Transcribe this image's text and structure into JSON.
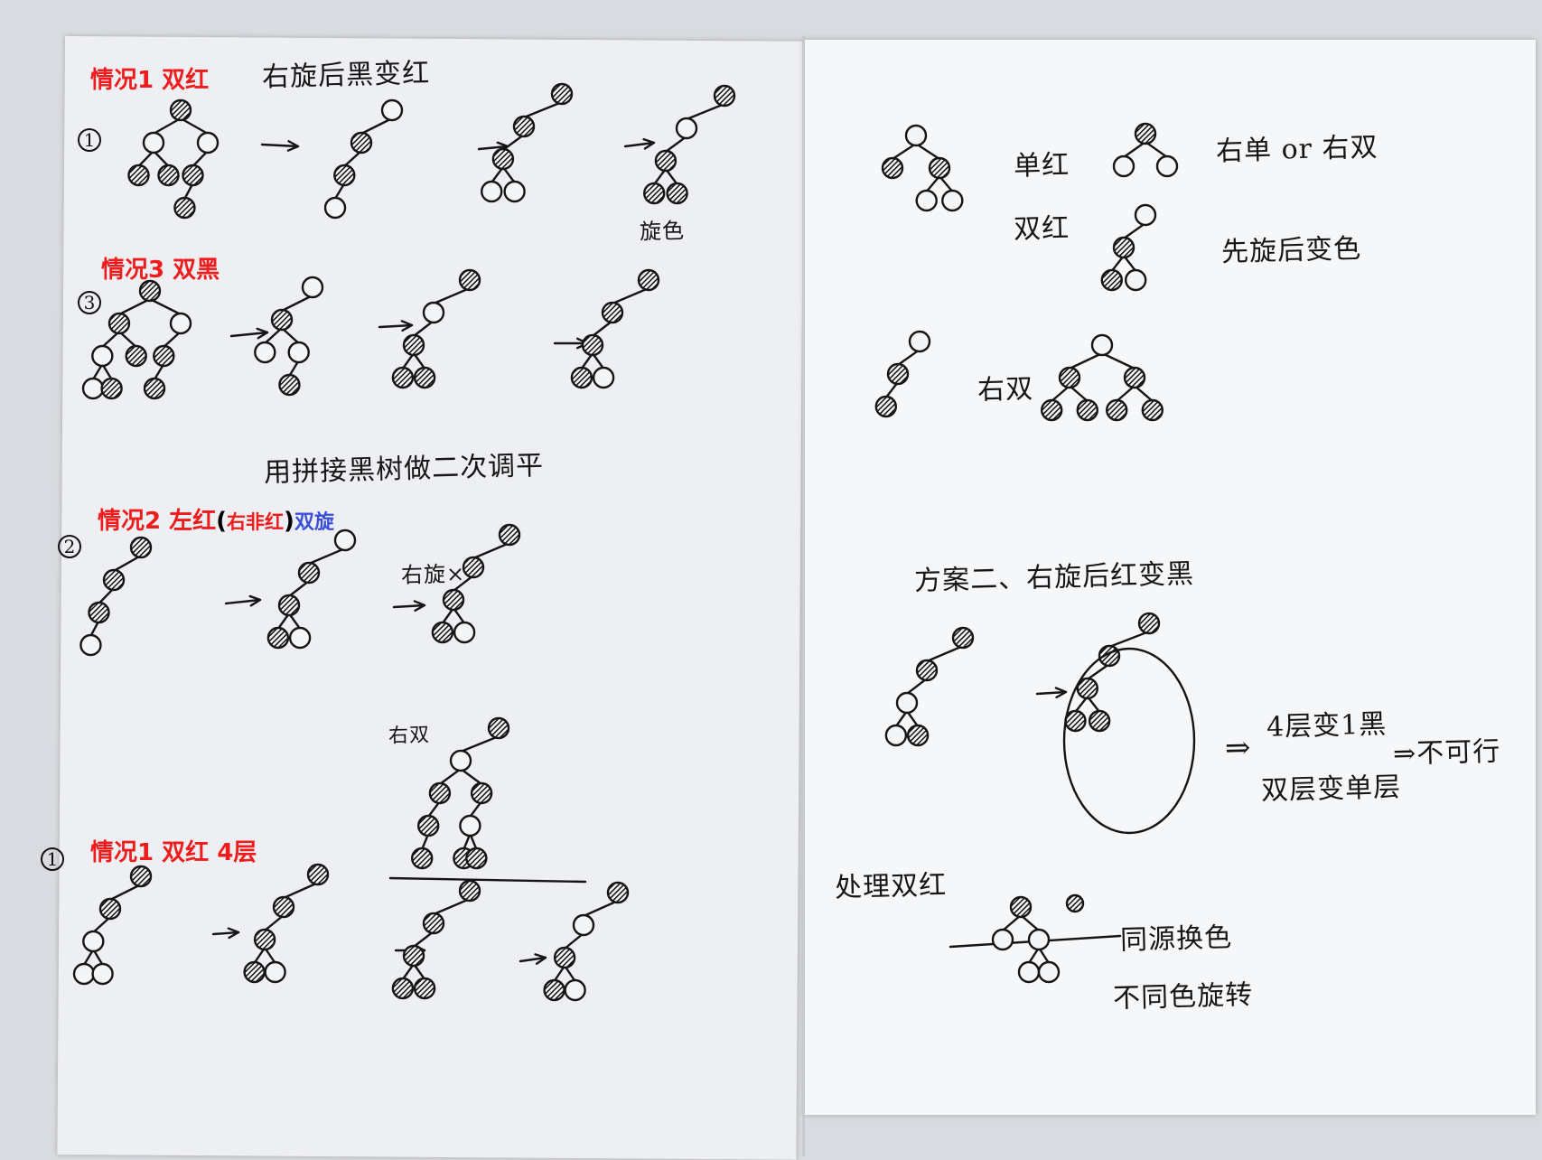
{
  "labels": {
    "case1_double_red": "情况1 双红",
    "case3_double_black": "情况3 双黑",
    "case2_left_red": "情况2 左红",
    "case2_paren_open": "(",
    "case2_right_not_red": "右非红",
    "case2_paren_close": ")",
    "case2_double_rotate": "双旋",
    "case1_double_red_4": "情况1 双红 4层"
  },
  "handwriting": {
    "right_rotate_black_to_red": "右旋后黑变红",
    "rotate_note": "旋色",
    "rebuild_note": "用拼接黑树做二次调平",
    "rotate_cross": "右旋×",
    "right_double": "右双",
    "single_red": "单红",
    "double_red": "双红",
    "right_single_or_double": "右单 or 右双",
    "rotate_then_recolor": "先旋后变色",
    "right_double_2": "右双",
    "plan2": "方案二、右旋后红变黑",
    "layer4_black": "4层变1黑",
    "not_feasible": "⇒不可行",
    "double_to_single": "双层变单层",
    "implies": "⇒",
    "handle_double_red": "处理双红",
    "same_source_swap": "同源换色",
    "diff_color_rotate": "不同色旋转"
  },
  "markers": {
    "m1": "1",
    "m2": "2",
    "m3": "3",
    "m1b": "1"
  },
  "colors": {
    "ink": "#151515",
    "label_red": "#ee1c1c",
    "label_blue": "#3a4fd8",
    "paper": "#f4f5f7"
  }
}
